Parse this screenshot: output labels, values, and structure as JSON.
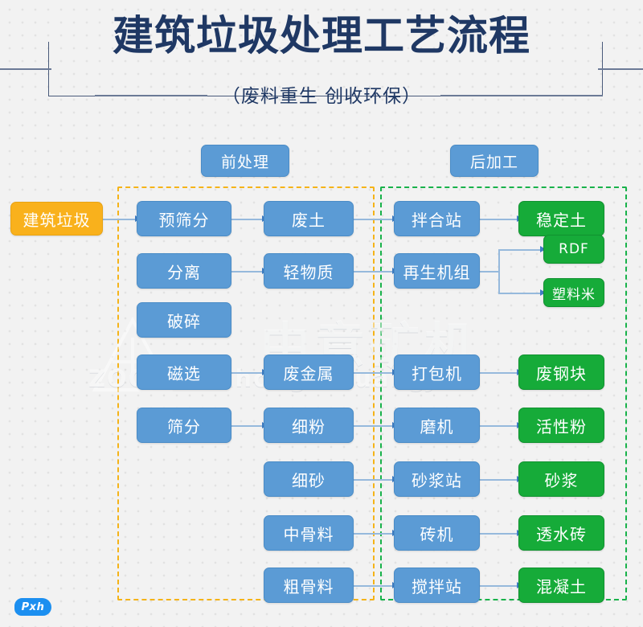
{
  "header": {
    "title": "建筑垃圾处理工艺流程",
    "subtitle": "（废料重生  创收环保）"
  },
  "groups": {
    "pre_label": "前处理",
    "post_label": "后加工",
    "pre_color": "#f5b318",
    "post_color": "#18b24a"
  },
  "colors": {
    "blue": "#5b9bd5",
    "green": "#16ab39",
    "orange": "#f9b11c",
    "title": "#1f3864",
    "connector": "#96b9dc",
    "background": "#f2f2f2"
  },
  "input": {
    "label": "建筑垃圾"
  },
  "columns": {
    "pre_equipment": [
      "预筛分",
      "分离",
      "破碎",
      "磁选",
      "筛分"
    ],
    "materials": [
      "废土",
      "轻物质",
      "废金属",
      "细粉",
      "细砂",
      "中骨料",
      "粗骨料"
    ],
    "post_equipment": [
      "拌合站",
      "再生机组",
      "打包机",
      "磨机",
      "砂浆站",
      "砖机",
      "搅拌站"
    ],
    "products": [
      "稳定土",
      "RDF",
      "塑料米",
      "废钢块",
      "活性粉",
      "砂浆",
      "透水砖",
      "混凝土"
    ]
  },
  "flows": [
    {
      "from": "建筑垃圾",
      "to": "预筛分"
    },
    {
      "from": "预筛分",
      "to": "废土"
    },
    {
      "from": "分离",
      "to": "轻物质"
    },
    {
      "from": "磁选",
      "to": "废金属"
    },
    {
      "from": "筛分",
      "to": "细粉"
    },
    {
      "from": "废土",
      "to": "拌合站"
    },
    {
      "from": "轻物质",
      "to": "再生机组"
    },
    {
      "from": "废金属",
      "to": "打包机"
    },
    {
      "from": "细粉",
      "to": "磨机"
    },
    {
      "from": "细砂",
      "to": "砂浆站"
    },
    {
      "from": "中骨料",
      "to": "砖机"
    },
    {
      "from": "粗骨料",
      "to": "搅拌站"
    },
    {
      "from": "拌合站",
      "to": "稳定土"
    },
    {
      "from": "再生机组",
      "to": "RDF"
    },
    {
      "from": "再生机组",
      "to": "塑料米"
    },
    {
      "from": "打包机",
      "to": "废钢块"
    },
    {
      "from": "磨机",
      "to": "活性粉"
    },
    {
      "from": "砂浆站",
      "to": "砂浆"
    },
    {
      "from": "砖机",
      "to": "透水砖"
    },
    {
      "from": "搅拌站",
      "to": "混凝土"
    }
  ],
  "watermark": {
    "cn": "中意矿机",
    "en": "ZOONYE  ZhongYiKuangJi"
  },
  "badge": {
    "label": "Pxh"
  }
}
